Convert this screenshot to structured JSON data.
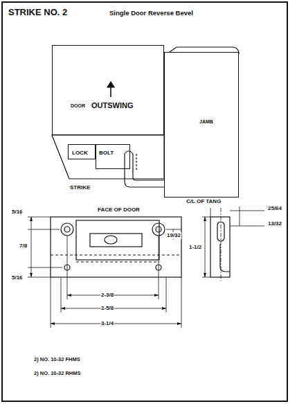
{
  "diagram": {
    "title": "STRIKE NO. 2",
    "nodes": [
      {
        "text": [
          "DOOR",
          "OUTSWING"
        ]
      },
      {
        "text": [
          "LOCK"
        ]
      },
      {
        "text": [
          "BOLT"
        ]
      },
      {
        "text": [
          "JAMB"
        ]
      }
    ],
    "labels": [
      "Single Door Reverse Bevel",
      "STRIKE",
      "5/16",
      "7/8",
      "5/16",
      "FACE OF DOOR",
      "19/32",
      "1-1/2",
      "C/L OF TANG",
      "25/64",
      "13/32",
      "2-3/8",
      "2-5/8",
      "3-1/4",
      "2) NO. 10-32 FHMS",
      "2) NO. 10-32 RHMS"
    ]
  }
}
